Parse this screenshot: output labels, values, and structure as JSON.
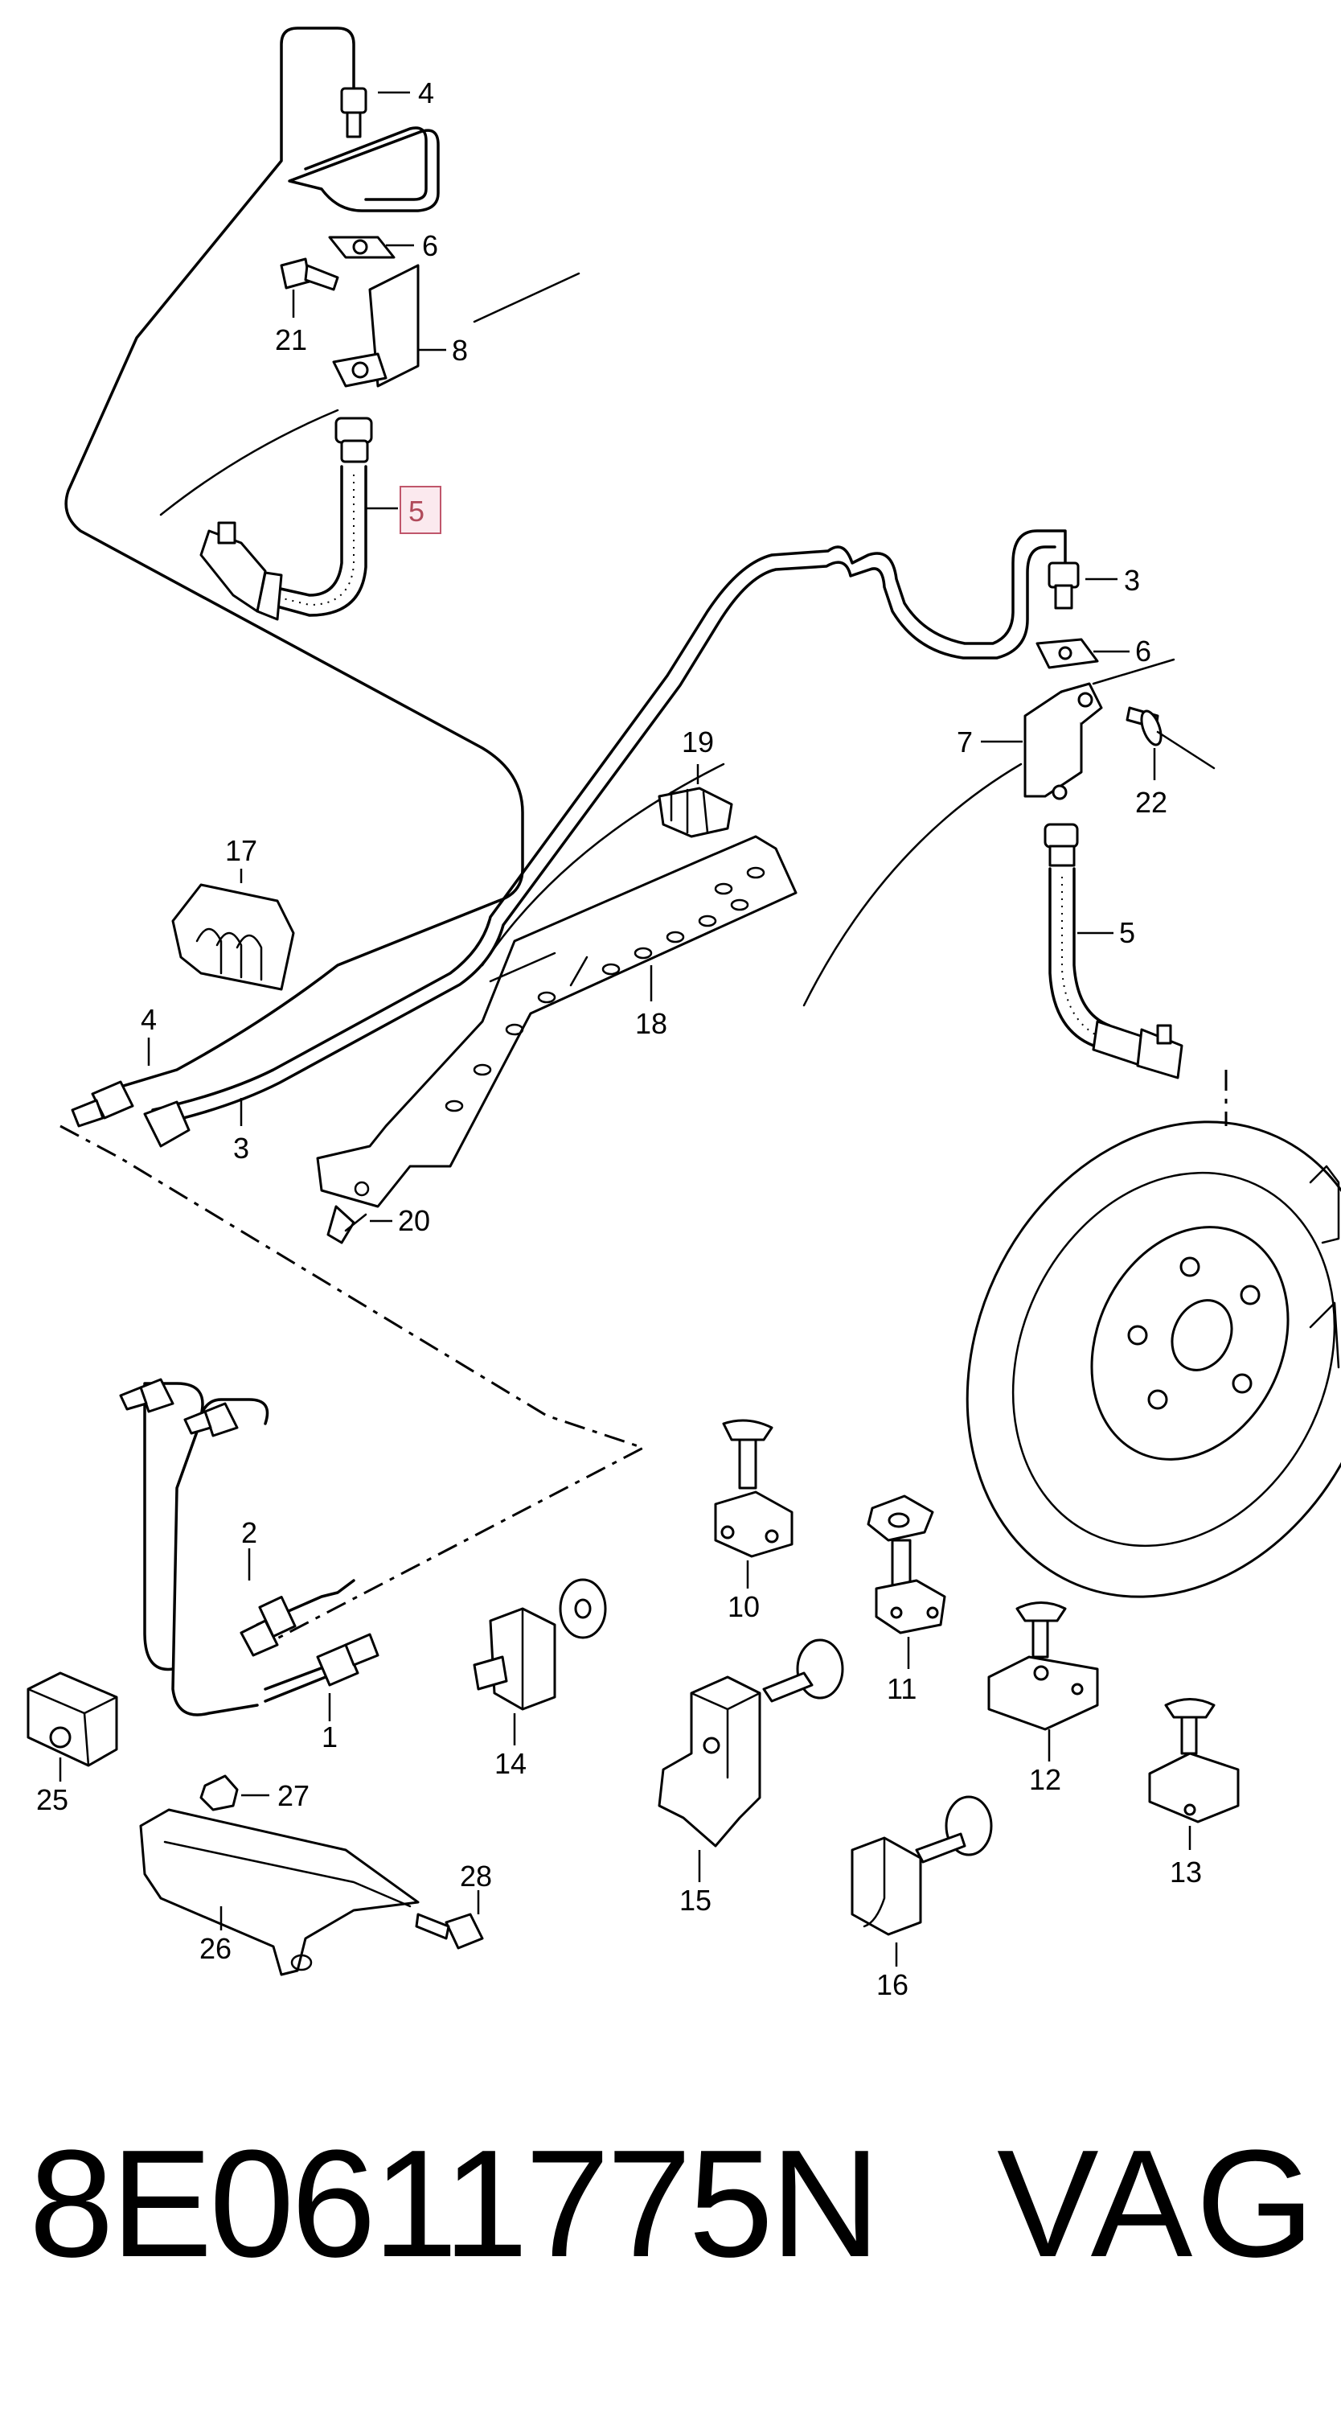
{
  "callouts": {
    "c1": "1",
    "c2": "2",
    "c3a": "3",
    "c3b": "3",
    "c4a": "4",
    "c4b": "4",
    "c5a": "5",
    "c5b": "5",
    "c6a": "6",
    "c6b": "6",
    "c7": "7",
    "c8": "8",
    "c10": "10",
    "c11": "11",
    "c12": "12",
    "c13": "13",
    "c14": "14",
    "c15": "15",
    "c16": "16",
    "c17": "17",
    "c18": "18",
    "c19": "19",
    "c20": "20",
    "c21": "21",
    "c22": "22",
    "c25": "25",
    "c26": "26",
    "c27": "27",
    "c28": "28"
  },
  "highlighted_callout": "5",
  "footer": {
    "part_number": "8E0611775N",
    "brand": "VAG"
  },
  "colors": {
    "line": "#000000",
    "highlight_border": "#c0566b",
    "highlight_fill": "#fbe9ee"
  }
}
